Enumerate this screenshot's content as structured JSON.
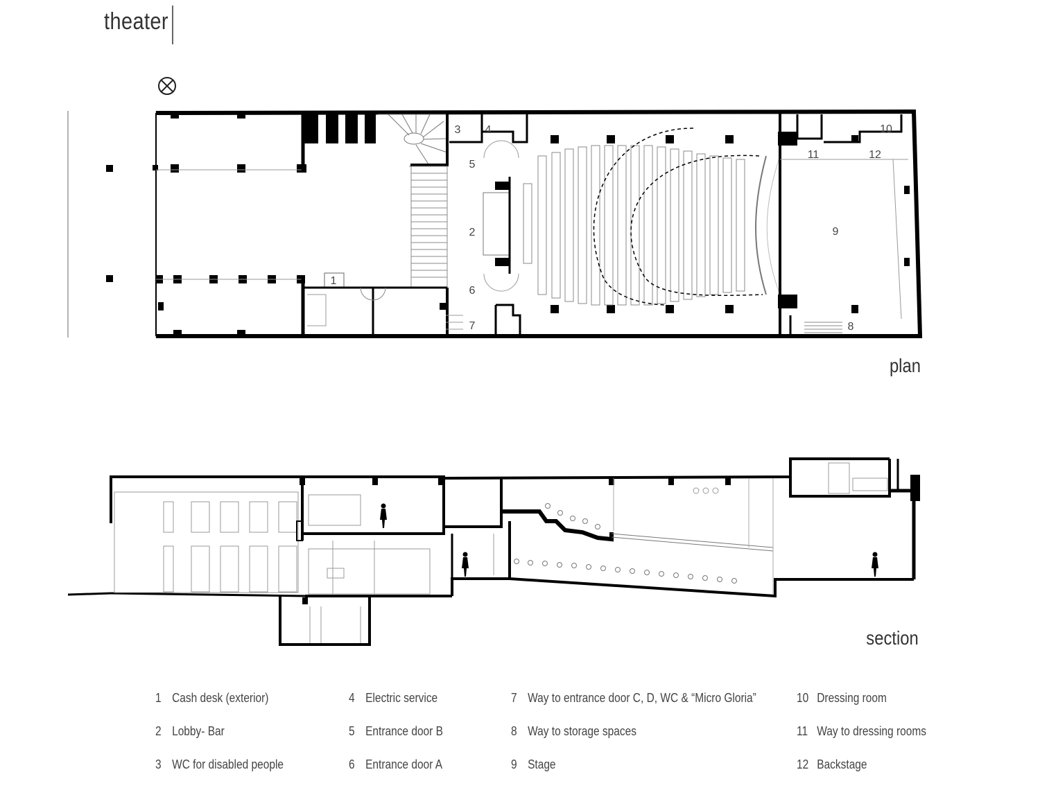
{
  "page_title": "theater",
  "captions": {
    "plan": "plan",
    "section": "section"
  },
  "plan_numbers": [
    "1",
    "2",
    "3",
    "4",
    "5",
    "6",
    "7",
    "8",
    "9",
    "10",
    "11",
    "12"
  ],
  "legend": [
    {
      "num": "1",
      "label": "Cash desk (exterior)"
    },
    {
      "num": "2",
      "label": "Lobby-  Bar"
    },
    {
      "num": "3",
      "label": "WC for disabled people"
    },
    {
      "num": "4",
      "label": "Electric service"
    },
    {
      "num": "5",
      "label": "Entrance door B"
    },
    {
      "num": "6",
      "label": "Entrance door A"
    },
    {
      "num": "7",
      "label": "Way to entrance door C, D, WC & “Micro Gloria”"
    },
    {
      "num": "8",
      "label": "Way to storage spaces"
    },
    {
      "num": "9",
      "label": "Stage"
    },
    {
      "num": "10",
      "label": "Dressing room"
    },
    {
      "num": "11",
      "label": "Way to dressing rooms"
    },
    {
      "num": "12",
      "label": "Backstage"
    }
  ],
  "icons": {
    "north": "north-arrow-icon",
    "person": "person-figure-icon"
  },
  "colors": {
    "wall": "#000000",
    "thin_line": "#9a9a9a",
    "text": "#444444"
  }
}
